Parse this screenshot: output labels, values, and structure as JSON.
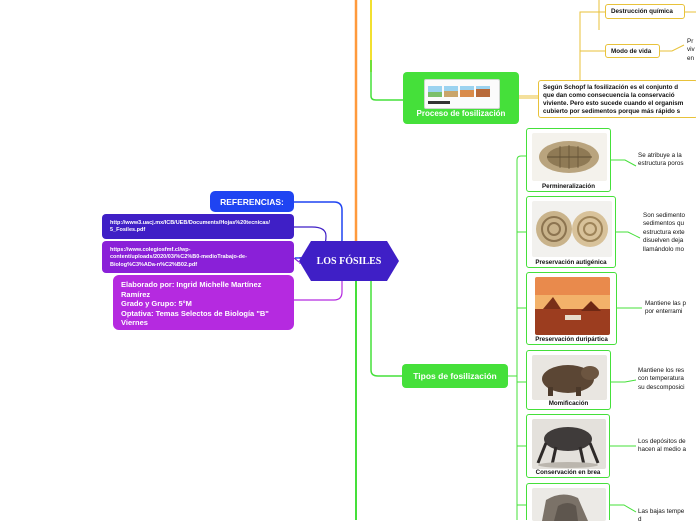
{
  "central": {
    "title": "LOS FÓSILES"
  },
  "references": {
    "title": "REFERENCIAS:",
    "url1": [
      "http://www3.uacj.mx/ICB/UEB/Documents/Hojas%20tecnicas/",
      "5_Fosiles.pdf"
    ],
    "url2": [
      "https://www.colegiosfmf.cl/wp-",
      "content/uploads/2020/03/%C2%B0-medioTrabajo-de-",
      "Biolog%C3%ADa-n%C2%B02.pdf"
    ]
  },
  "author": [
    "Elaborado por: Ingrid Michelle Martínez",
    "Ramírez",
    "Grado y Grupo: 5°M",
    "Optativa: Temas Selectos de Biología \"B\"",
    "Viernes"
  ],
  "proceso": {
    "title": "Proceso de fosilización",
    "description": [
      "Según Schopf  la fosilización es el conjunto d",
      "que dan como consecuencia  la conservació",
      "viviente. Pero esto sucede cuando el organism",
      "cubierto por sedimentos porque más rápido s"
    ],
    "destruccion": "Destrucción química",
    "modo": "Modo de vida",
    "modo_text": [
      "Pr",
      "viv",
      "en"
    ]
  },
  "tipos": {
    "title": "Tipos de fosilización",
    "items": [
      {
        "label": "Permineralización",
        "text": [
          "Se atribuye a la",
          "estructura poros"
        ]
      },
      {
        "label": "Preservación autigénica",
        "text": [
          "Son sedimento",
          "sedimentos qu",
          "estructura exte",
          "disuelven deja",
          "llamándolo mo"
        ]
      },
      {
        "label": "Preservación duripártica",
        "text": [
          "Mantiene las p",
          "por enterrami"
        ]
      },
      {
        "label": "Momificación",
        "text": [
          "Mantiene los res",
          "con temperatura",
          "su descomposici"
        ]
      },
      {
        "label": "Conservación en brea",
        "text": [
          "Los depósitos de",
          "hacen al medio a"
        ]
      },
      {
        "label": "",
        "text": [
          "Las bajas tempe",
          "d"
        ]
      }
    ]
  },
  "colors": {
    "central": "#3f1fc6",
    "green": "#45e03a",
    "orange": "#ff9a3c",
    "yellow": "#f2e030",
    "blue": "#1f44f2",
    "purple": "#b52ae0"
  }
}
